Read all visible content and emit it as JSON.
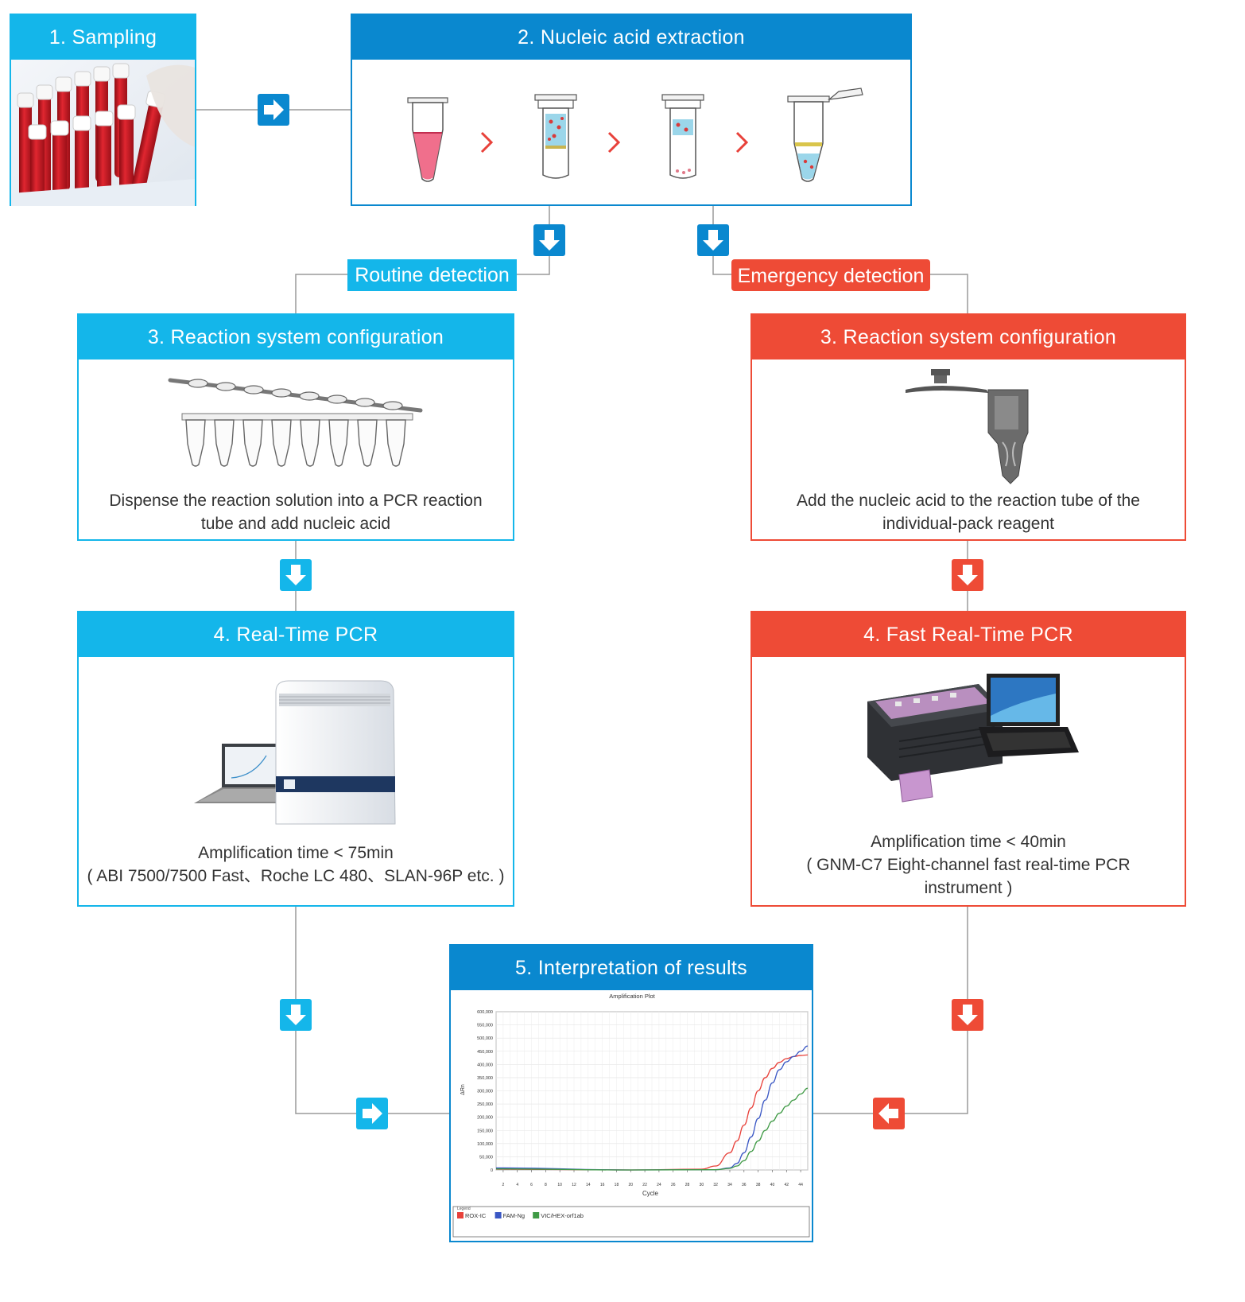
{
  "colors": {
    "dark_blue": "#0a88cf",
    "light_blue": "#14b6ea",
    "red": "#ee4b36"
  },
  "step1": {
    "title": "1. Sampling"
  },
  "step2": {
    "title": "2. Nucleic acid extraction"
  },
  "branches": {
    "routine": "Routine detection",
    "emergency": "Emergency detection"
  },
  "routine_config": {
    "title": "3. Reaction system configuration",
    "caption_line1": "Dispense the reaction solution into a PCR reaction",
    "caption_line2": "tube and add nucleic acid"
  },
  "emergency_config": {
    "title": "3. Reaction system configuration",
    "caption_line1": "Add the nucleic acid to the reaction tube of the",
    "caption_line2": "individual-pack reagent"
  },
  "routine_pcr": {
    "title": "4. Real-Time PCR",
    "caption_line1": "Amplification time < 75min",
    "caption_line2": "( ABI 7500/7500 Fast、Roche LC 480、SLAN-96P etc. )"
  },
  "emergency_pcr": {
    "title": "4. Fast Real-Time PCR",
    "caption_line1": "Amplification time < 40min",
    "caption_line2": "( GNM-C7 Eight-channel fast real-time PCR",
    "caption_line3": "instrument )"
  },
  "step5": {
    "title": "5.  Interpretation of results"
  },
  "chart_data": {
    "type": "line",
    "title": "Amplification Plot",
    "xlabel": "Cycle",
    "ylabel": "ΔRn",
    "xlim": [
      1,
      45
    ],
    "ylim": [
      0,
      600000
    ],
    "xticks": [
      2,
      4,
      6,
      8,
      10,
      12,
      14,
      16,
      18,
      20,
      22,
      24,
      26,
      28,
      30,
      32,
      34,
      36,
      38,
      40,
      42,
      44
    ],
    "yticks": [
      "0",
      "50,000",
      "100,000",
      "150,000",
      "200,000",
      "250,000",
      "300,000",
      "350,000",
      "400,000",
      "450,000",
      "500,000",
      "550,000",
      "600,000"
    ],
    "grid": true,
    "legend_title": "Legend",
    "legend_position": "bottom",
    "series": [
      {
        "name": "ROX-IC",
        "color": "#e8413a",
        "x": [
          1,
          20,
          30,
          32,
          34,
          35,
          36,
          37,
          38,
          39,
          40,
          41,
          42,
          43,
          44,
          45
        ],
        "y": [
          3000,
          0,
          3000,
          15000,
          65000,
          110000,
          170000,
          235000,
          300000,
          350000,
          385000,
          408000,
          422000,
          430000,
          434000,
          436000
        ]
      },
      {
        "name": "FAM-Ng",
        "color": "#3a57c4",
        "x": [
          1,
          20,
          32,
          34,
          35,
          36,
          37,
          38,
          39,
          40,
          41,
          42,
          43,
          44,
          45
        ],
        "y": [
          8000,
          0,
          1000,
          8000,
          25000,
          65000,
          125000,
          195000,
          265000,
          330000,
          380000,
          410000,
          430000,
          450000,
          470000
        ]
      },
      {
        "name": "VIC/HEX-orf1ab",
        "color": "#3f9a45",
        "x": [
          1,
          20,
          32,
          34,
          35,
          36,
          37,
          38,
          39,
          40,
          41,
          42,
          43,
          44,
          45
        ],
        "y": [
          4000,
          0,
          1000,
          6000,
          15000,
          35000,
          70000,
          110000,
          150000,
          185000,
          215000,
          242000,
          265000,
          288000,
          310000
        ]
      }
    ]
  }
}
